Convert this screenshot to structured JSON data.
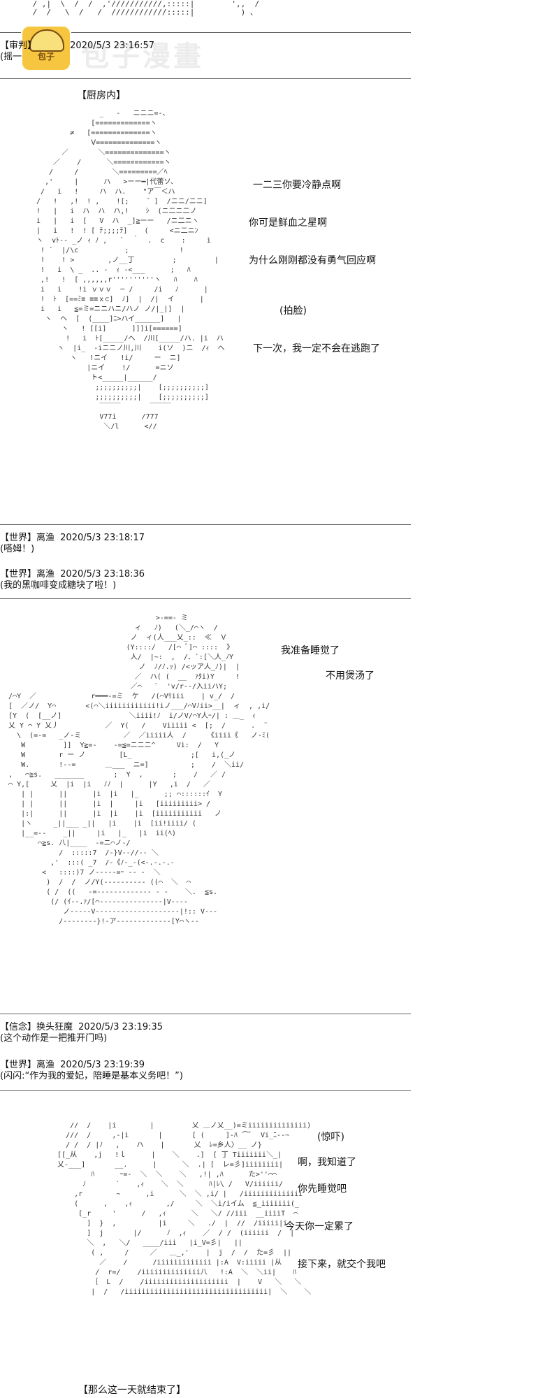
{
  "header": {
    "top_fragment_art": " / ,|  \\  /  /  ,'///////////,:::::|        ',,  /\n /  /   \\  /   /  ////////////:::::|          ) 、 ",
    "logo_text": "包子",
    "watermark_text": "包子漫畫"
  },
  "posts": [
    {
      "name": "【审判】",
      "datetime": "2020/5/3 23:16:57",
      "text": "(摇一"
    },
    {
      "name": "【世界】离渔",
      "datetime": "2020/5/3 23:18:17",
      "text": "(嗒姆！)"
    },
    {
      "name": "【世界】离渔",
      "datetime": "2020/5/3 23:18:36",
      "text": "(我的黑咖啡变成糖块了啦！)"
    },
    {
      "name": "【信念】换头狂魔",
      "datetime": "2020/5/3 23:19:35",
      "text": "(这个动作是一把推开门吗)"
    },
    {
      "name": "【世界】离渔",
      "datetime": "2020/5/3 23:19:39",
      "text": "(闪闪:“作为我的爱妃，陪睡是基本义务吧！”)"
    }
  ],
  "scene1": {
    "title": "【厨房内】",
    "lines": [
      "一二三你要冷静点啊",
      "你可是鲜血之星啊",
      "为什么刚刚都没有勇气回应啊",
      "(拍脸)",
      "下一次，我一定不会在逃跑了"
    ],
    "art": "                 _   -   ニニニ=-、\n               [=============ヽ\n          ≠   [==============ヽ\n               Ⅴ==============ヽ\n        ／       ＼==============ヽ\n      ／    /      ＼============ヽ\n     /     /        ＼=========／ﾍ \n    ,'     |      ハ   >ーー━|代蕾ソ、\n   /   i   !     ハ  ハ.    \"ア￣＜ハ\n  /   !   ,!  ! ,    ![;    ¨ ]  /ニニ/ニニ]\n  !   |   i  ハ  ハ  ハ,!    ｼ  (ニ二ニ二ノ\n  i   |   i  [   V  ハ  _]≧ーー   /ニ二ニヽ\n  |   i   !  ! [ ﾃ;;;;ﾃ]    (     <ニ二ニﾝ\n  ヽ  vﾄ-- _ノ ｨ ﾉ ,   `  ｀  .  c    :     i\n   ! `  |/\\c           ;            !\n   !    ! >        ,ノ__丁         ;         |\n   !   i  \\ _  .. -  ｨ -<___      ;   ﾊ\n   ,!   !  [ ,,,,,,r''''''''''ヽ   ﾊ    ﾊ\n   i   i    !i ｖｖｖ  ─ /     /i   ﾉ      |\n   !  ﾄ  [==ﾐ≡ ≡≡ｘ⊂]  ﾉ]  |  /|  イ      |\n   i   i   ≦=ミ=ニニハニ/ハノ ノ/|_|]  |\n    ヽ  ヘ  [  (____]ﾆ>ハイ______]   |\n        ヽ   ! [[i]      ]]]i[======]\n         !   i  ﾄ[_____/へ  /川[_____/ハ. |i  ハ\n       ヽ  |i_  -iニニノ川,川    i(ソ  )ニ  /ｨ  へ\n          ヽ   !ニイ   !i/     ー  ニ]\n              |ニイ    !/      =ニソ\n               ト<_____|______/\n                ;;;;;;;;;;|    [;;;;;;;;;;]\n                ;;;;;;;;;;|    [;;;;;;;;;;]\n                 ￣￣￣       ￣￣￣\n                 V77i      /777\n                  ＼/l      <//"
  },
  "scene2": {
    "lines": [
      "我准备睡觉了",
      "不用煲汤了"
    ],
    "art": "                                     >-==- ミ\n                                ィ   ﾉ)   (＼_/⌒ヽ  /\n                               ノ  ィ(人___乂_::  ≪  Ｖ\n                              (Y::::/   /[⌒ ﾞ]⌒ ::::  》\n                               人/  |~:  ,  /、`:[＼人_ﾉY\n                                 ノ  ﾉ/ﾉ.ｯ) /<ッア人_ﾉ)|  |\n                                ／  ハ( (  __  ｧﾀi)Y     !\n                               ／⌒   `  'v/r--/入iiハY;\n  /⌒Y  ／             r━━━-=ミ  ケ   /(⌒Vﾘiii    | v_/  /\n  [  ／ノ/  Y⌒       <(⌒＼iiiiiiiiiiii!iノ___/⌒Vﾉii>__|  ィ  , ,i/\n  [Y  (  [__ノ]                ＼iiii!ﾉ  i/ノV/⌒Y人ｰ/| : ＿_  ｨ\n  乂 Y ⌒ Y 乂丿           ／  Y(   /    Viiiii <  [;  /      .  ¨\n    \\  (=-=   _ノ-ミ          ／  ／iiiii人  /     《iiii《   ノ-ﾐ(\n     W         ]]  Y≧=-    -=≦=ニニニ^     Vi:  /   Y\n     W        r ー ノ        [L_              ;[   i,(_ノ\n     W.       !--=       ＿___  ニ=]          ;    /  ＼ii/\n  ,   ⌒≧s.   _______       ;  Y  ,       ;    /   ／ /\n  ⌒ Y,[     乂  |i  |i   ﾉﾉ  |      |Y   ,i  /   ／\n     | |      ||      |i  |i   |_      ;; ⌒::::::ｲ  Y\n     | |      ||      |i  |     |i   [iiiiiiiii> /\n     |:|      ||      |i  |i    |i  [iiiiiiiiiii   ノ\n     |ヽ     _||___ _||   |i    |i  [ii!iiii/ (\n     |__=--    _||     |i   |_   |i  ii(ﾍ)\n         ⌒≧s. 八|____  -=ニ⌒ノ-/\n              /  :::::7  /-}V--//-- ＼\n            ,'  :::( _7  /-《ﾉ-_-(<-.-.-.-\n          <   ::::)7 ノ-----=ｰ -- -  ＼\n           )  /  /  ノ/Y(---------- ((⌒  ＼  ⌒\n           ( /  ((   -=------------- - -    ＼.  ≦s.\n            (/ (ｲ--.ｧ/[⌒---------------|V----\n               ノ-----V--------------------|!:: V---\n              /--------}!-ア-------------[Y⌒ヽ--"
  },
  "scene3": {
    "lines": [
      "(惊吓)",
      "啊，我知道了",
      "你先睡觉吧",
      "今天你一定累了",
      "接下来，就交个我吧"
    ],
    "art": "      //  /    |i        |         乂 ＿ノ乂__)=ミiiiiiiiiiiiiii)\n     ///  /     ,-|i       |       [ (     ]-ﾊ ⌒ﾞ  Vi_ﾆ--~\n     / /  / |ﾉ   ,    ハ    |       乂  ﾚ=乡人〉__ ノ}\n   [[_从    ,j   !ｌ      |    ＼    .]  [ 丁 Tiiiiiii＼_|\n   乂-___]       __.      |      ＼  .| [  レ=彡]iiiiiiii|\n           ﾊ      ｰ=-  ＼  ＼    ＼   ,!| ,ﾊ      た>''⌒⌒\n         ﾉ       `    ,ｨ    ＼  ＼      ﾊ|ﾚ\\ /   V/iiiiii/\n       ,r        ~      ,i      ＼  ＼ ,i/ |   /iiiiiiiiiiiiii\n       (      ,    ,ｨ        ,/     ＼  ＼i/iイム  ≦_iiiiiii(_\n        [_r     '      /   ,ｨ      ＼   ＼/ //iii  __iiiiT  ⌒\n          ]  }  ,          |i     ＼   ./  |  //  /iiiii|i\n          ]  j       |/      ﾉ  ,ｨ    ／  / /  (iiiiii  /  |\n          ＼  ,   ＼/   ____/iii   |i_V=彡|   ||\n           ( ,     /     ／   ＿_,'    |  j  /  /  た=彡  ||\n             ／    /      /iiiiiiiiiiiii |:A  V:iiiii |从\n            /  r=/    /iiiiiiiiiiiiii八   !:A  ＼  ＼ii|    ﾊ\n           ｛  L  /    /iiiiiiiiiiiiiiiiiiii  |    V   ＼   ＼\n           |  /   /iiiiiiiiiiiiiiiiiiiiiiiiiiiiiiiiii|  ＼    ＼"
  },
  "ending": {
    "title": "【那么这一天就结束了】"
  }
}
